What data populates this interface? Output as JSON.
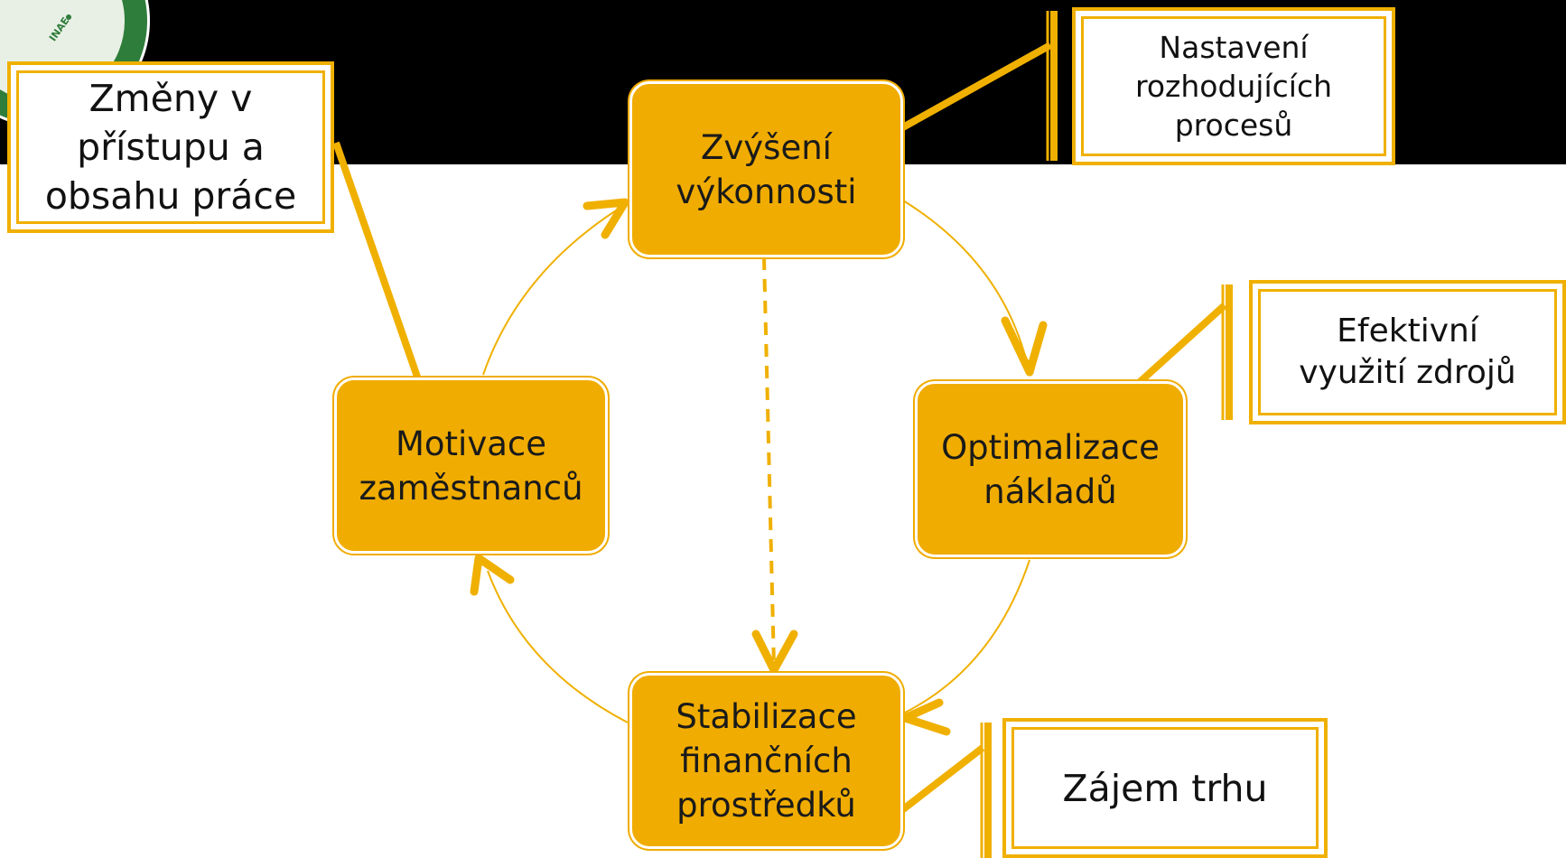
{
  "colors": {
    "accent": "#f0ac00",
    "band": "#000000",
    "logo": "#2f7d3a"
  },
  "logo": {
    "text": "INAE"
  },
  "nodes": {
    "top": "Zvýšení\nvýkonnosti",
    "right": "Optimalizace\nnákladů",
    "bottom": "Stabilizace\nfinančních\nprostředků",
    "left": "Motivace\nzaměstnanců"
  },
  "callouts": {
    "top_left": "Změny  v\npřístupu a\nobsahu  práce",
    "top_right": "Nastavení\nrozhodujících\nprocesů",
    "right": "Efektivní\nvyužití  zdrojů",
    "bottom_right": "Zájem  trhu"
  }
}
